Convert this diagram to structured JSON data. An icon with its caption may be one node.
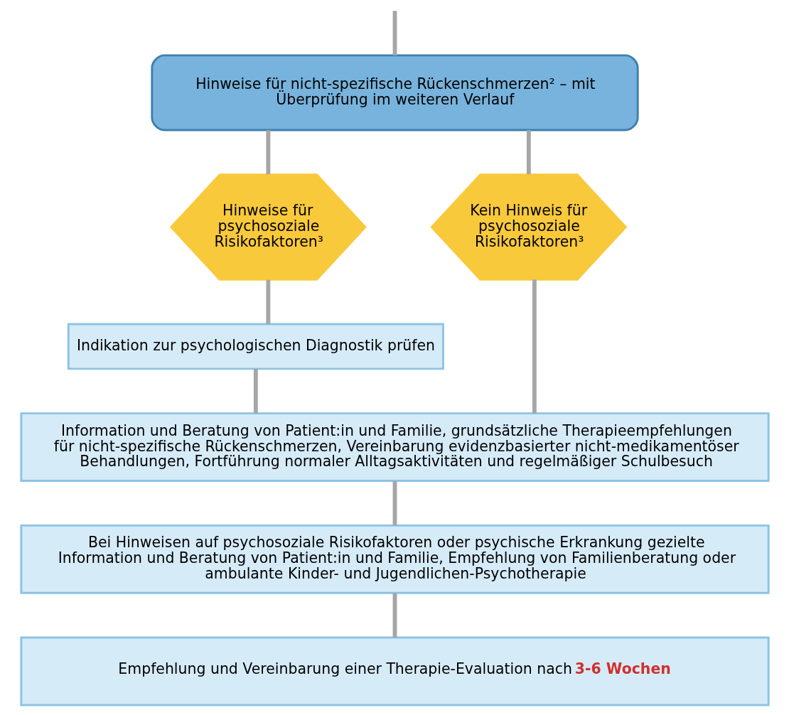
{
  "diagram": {
    "nodes": [
      {
        "text": [
          "Hinweise für nicht-spezifische Rückenschmerzen² – mit Überprüfung im weiteren Verlauf"
        ]
      },
      {
        "text": [
          "Hinweise für psychosoziale Risikofaktoren³"
        ]
      },
      {
        "text": [
          "Kein Hinweis für psychosoziale Risikofaktoren³"
        ]
      },
      {
        "text": [
          "Indikation zur psychologischen Diagnostik prüfen"
        ]
      },
      {
        "text": [
          "Information und Beratung von Patient:in und Familie, grundsätzliche Therapieempfehlungen für nicht-spezifische Rückenschmerzen, Vereinbarung evidenzbasierter nicht-medikamentöser Behandlungen, Fortführung normaler Alltagsaktivitäten und regelmäßiger Schulbesuch"
        ]
      },
      {
        "text": [
          "Bei Hinweisen auf psychosoziale Risikofaktoren oder psychische Erkrankung gezielte Information und Beratung von Patient:in und Familie, Empfehlung von Familienberatung oder ambulante Kinder- und Jugendlichen-Psychotherapie"
        ]
      },
      {
        "text": [
          "Empfehlung und Vereinbarung einer Therapie-Evaluation nach **3-6 Wochen**"
        ]
      }
    ],
    "edges": [
      {
        "from": null,
        "to": 0,
        "arrow": "none"
      },
      {
        "from": 0,
        "to": 1,
        "arrow": "none"
      },
      {
        "from": 0,
        "to": 2,
        "arrow": "none"
      },
      {
        "from": 1,
        "to": 3,
        "arrow": "none"
      },
      {
        "from": 3,
        "to": 4,
        "arrow": "none"
      },
      {
        "from": 2,
        "to": 4,
        "arrow": "none"
      },
      {
        "from": 4,
        "to": 5,
        "arrow": "none"
      },
      {
        "from": 5,
        "to": 6,
        "arrow": "none"
      }
    ]
  }
}
